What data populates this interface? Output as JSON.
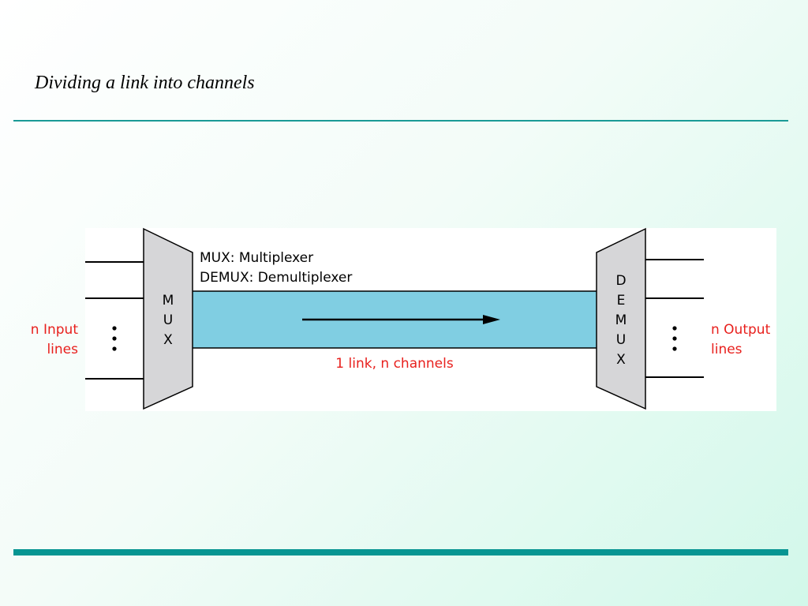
{
  "slide": {
    "title": "Dividing a link into channels"
  },
  "diagram": {
    "legend_mux": "MUX: Multiplexer",
    "legend_demux": "DEMUX: Demultiplexer",
    "mux_label": [
      "M",
      "U",
      "X"
    ],
    "demux_label": [
      "D",
      "E",
      "M",
      "U",
      "X"
    ],
    "input_label": [
      "n Input",
      "lines"
    ],
    "output_label": [
      "n Output",
      "lines"
    ],
    "link_label": "1 link, n channels",
    "colors": {
      "accent_red": "#e8201d",
      "link_fill": "#80cee2",
      "device_fill": "#d6d6d8",
      "rule": "#079592"
    }
  }
}
